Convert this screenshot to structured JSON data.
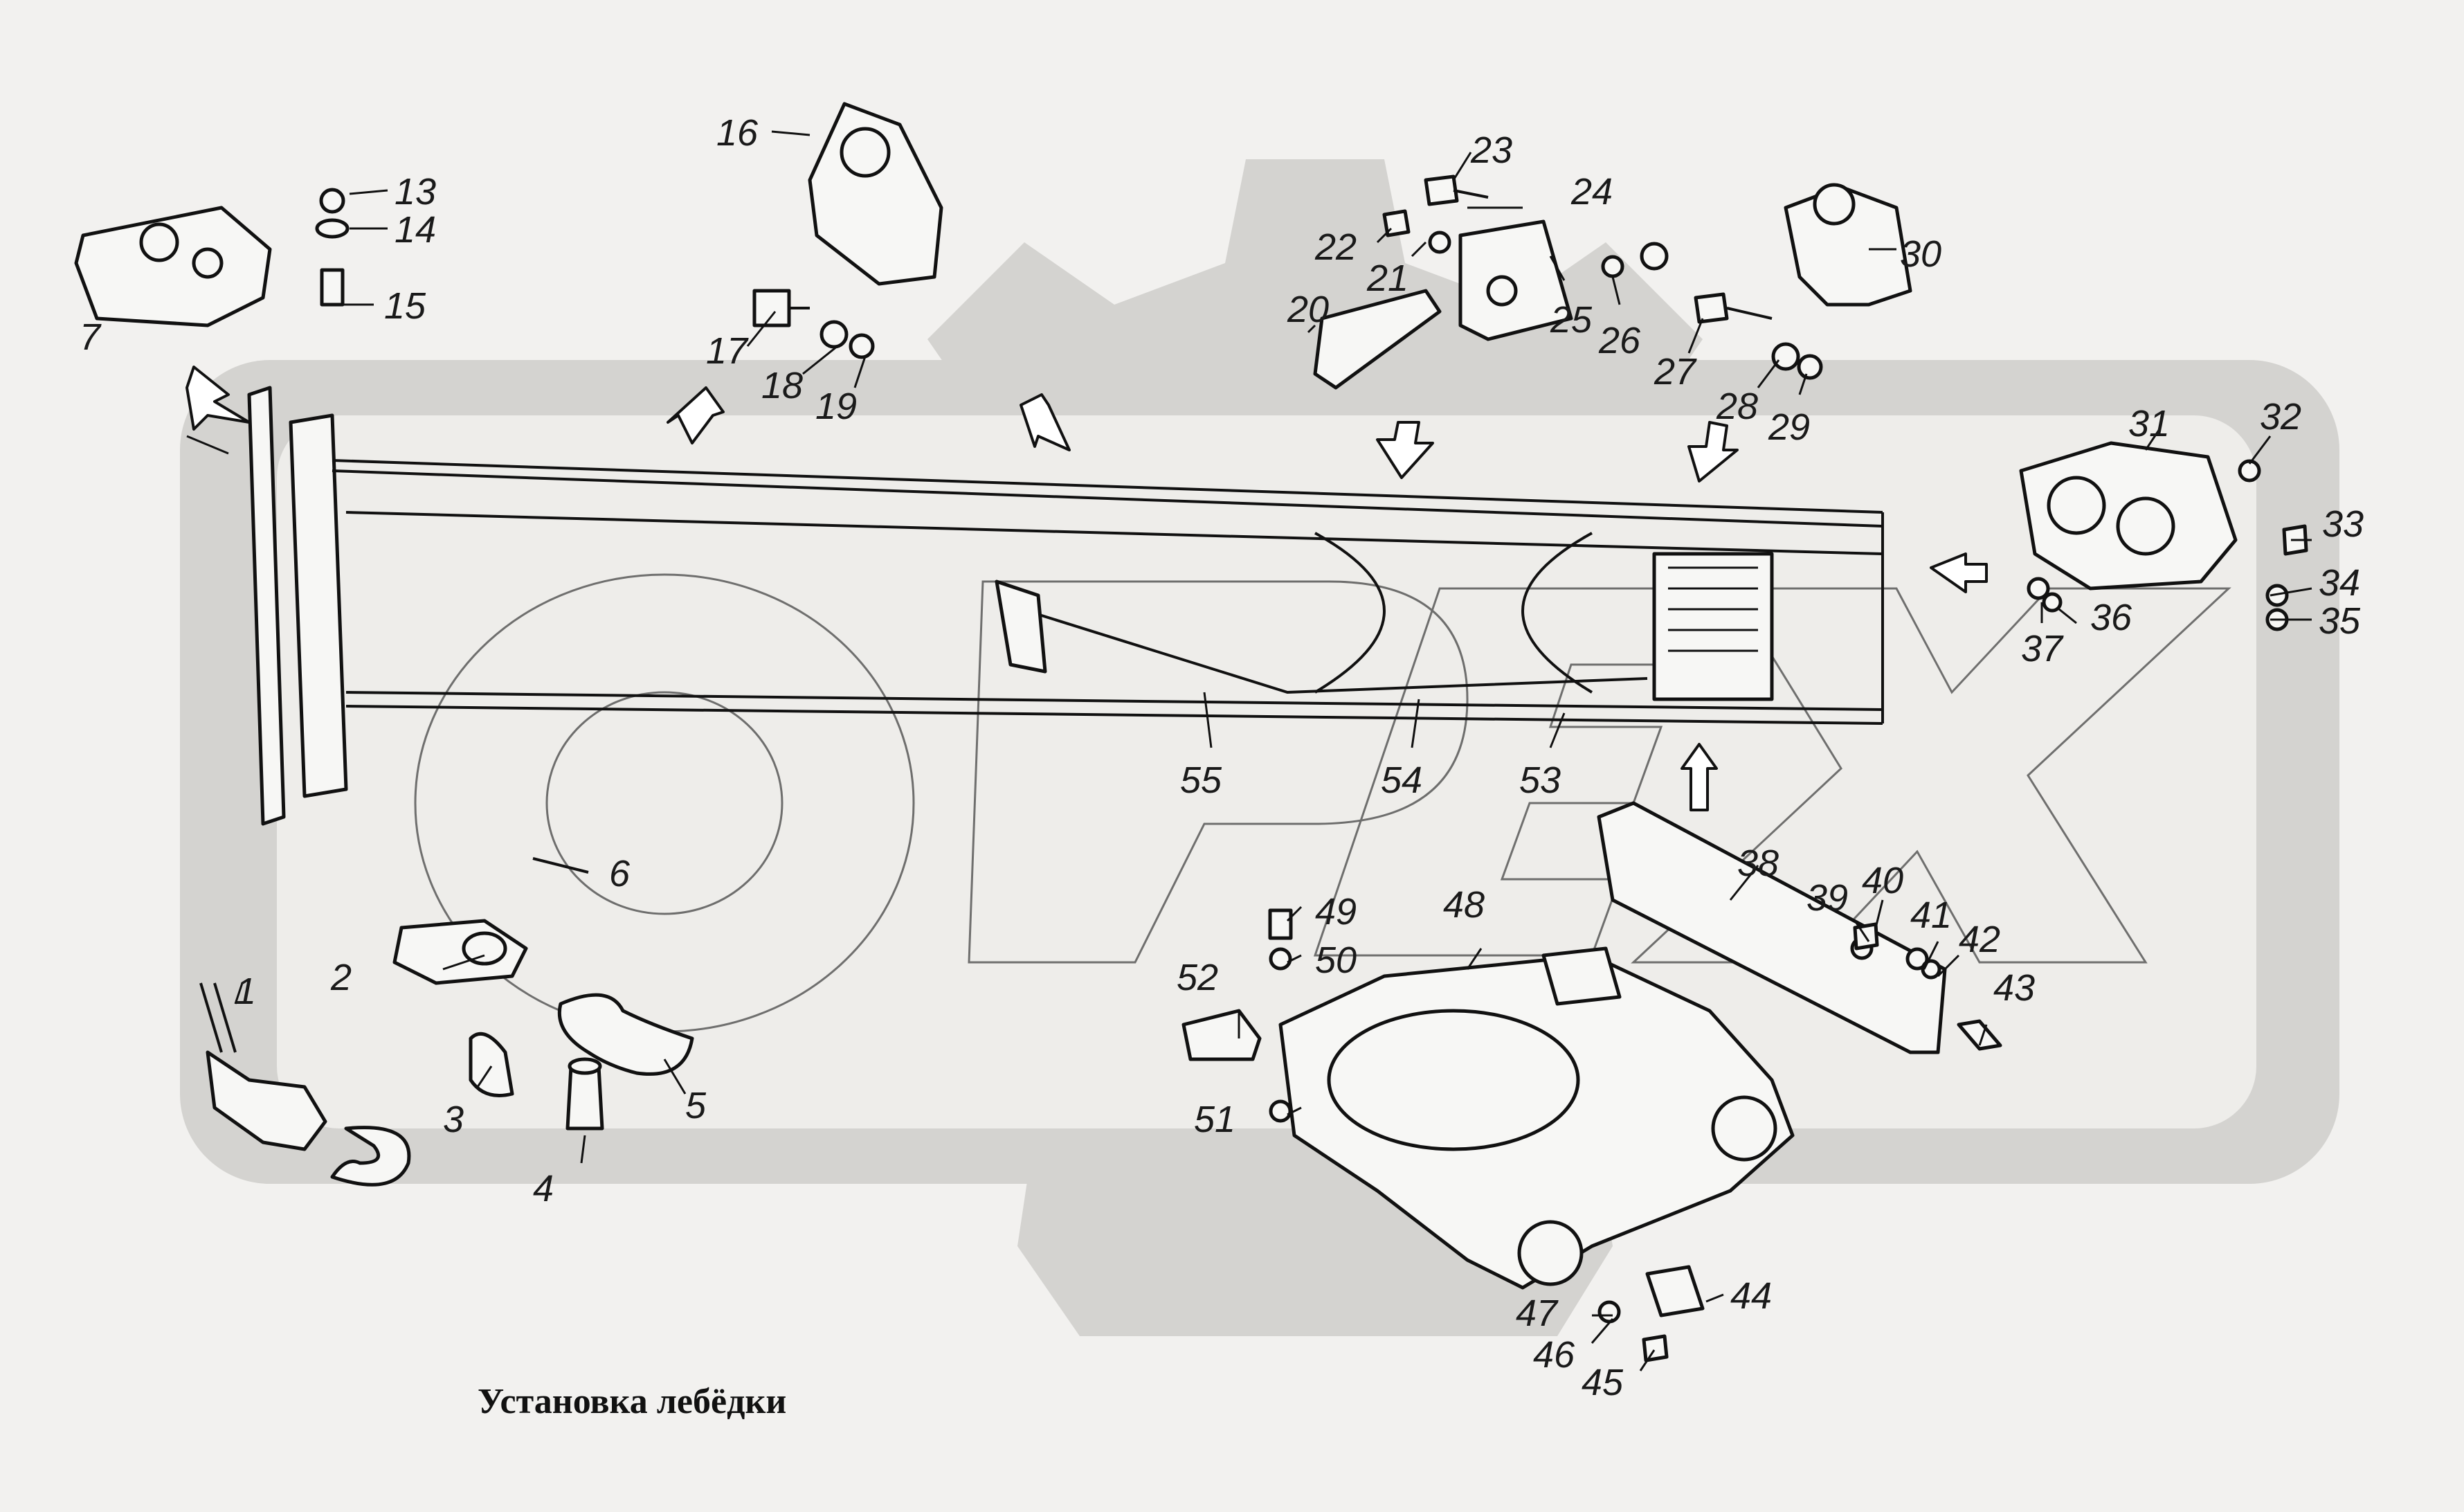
{
  "caption": "Установка лебёдки",
  "watermark": {
    "text": "OPEX",
    "color": "#d4d3d0"
  },
  "colors": {
    "background": "#f2f1ef",
    "ink": "#111111",
    "watermark": "#d4d3d0"
  },
  "callouts": [
    "1",
    "2",
    "3",
    "4",
    "5",
    "6",
    "7",
    "13",
    "14",
    "15",
    "16",
    "17",
    "18",
    "19",
    "20",
    "21",
    "22",
    "23",
    "24",
    "25",
    "26",
    "27",
    "28",
    "29",
    "30",
    "31",
    "32",
    "33",
    "34",
    "35",
    "36",
    "37",
    "38",
    "39",
    "40",
    "41",
    "42",
    "43",
    "44",
    "45",
    "46",
    "47",
    "48",
    "49",
    "50",
    "51",
    "52",
    "53",
    "54",
    "55"
  ]
}
